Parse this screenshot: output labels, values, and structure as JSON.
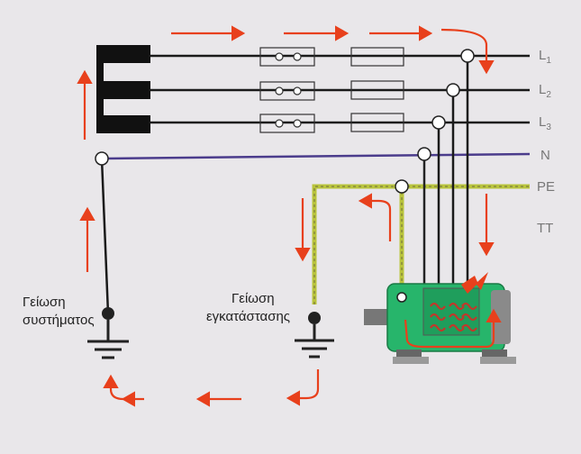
{
  "lines": {
    "l1": "L",
    "l1_sub": "1",
    "l2": "L",
    "l2_sub": "2",
    "l3": "L",
    "l3_sub": "3",
    "n": "N",
    "pe": "PE",
    "tt": "TT"
  },
  "labels": {
    "system_earth_line1": "Γείωση",
    "system_earth_line2": "συστήματος",
    "install_earth_line1": "Γείωση",
    "install_earth_line2": "εγκατάστασης"
  },
  "colors": {
    "background": "#e9e7ea",
    "phase_wire": "#1a1a1a",
    "neutral_wire": "#4b3c8c",
    "pe_wire": "#b9c43c",
    "arrow": "#e8401c",
    "motor": "#27b56b"
  }
}
